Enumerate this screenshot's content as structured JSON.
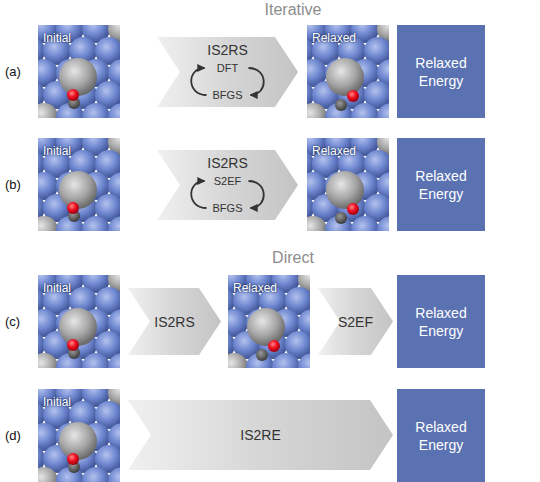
{
  "diagram": {
    "nodes": [
      {
        "text": [
          "Initial"
        ]
      },
      {
        "text": [
          "IS2RS",
          "DFT",
          "BFGS"
        ]
      },
      {
        "text": [
          "Relaxed"
        ]
      },
      {
        "text": [
          "Relaxed Energy"
        ]
      },
      {
        "text": [
          "Initial"
        ]
      },
      {
        "text": [
          "IS2RS",
          "S2EF",
          "BFGS"
        ]
      },
      {
        "text": [
          "Relaxed"
        ]
      },
      {
        "text": [
          "Relaxed Energy"
        ]
      },
      {
        "text": [
          "Initial"
        ]
      },
      {
        "text": [
          "IS2RS"
        ]
      },
      {
        "text": [
          "Relaxed"
        ]
      },
      {
        "text": [
          "S2EF"
        ]
      },
      {
        "text": [
          "Relaxed Energy"
        ]
      },
      {
        "text": [
          "Initial"
        ]
      },
      {
        "text": [
          "IS2RE"
        ]
      },
      {
        "text": [
          "Relaxed Energy"
        ]
      }
    ],
    "labels": [
      "Iterative",
      "(a)",
      "(b)",
      "Direct",
      "(c)",
      "(d)"
    ]
  }
}
